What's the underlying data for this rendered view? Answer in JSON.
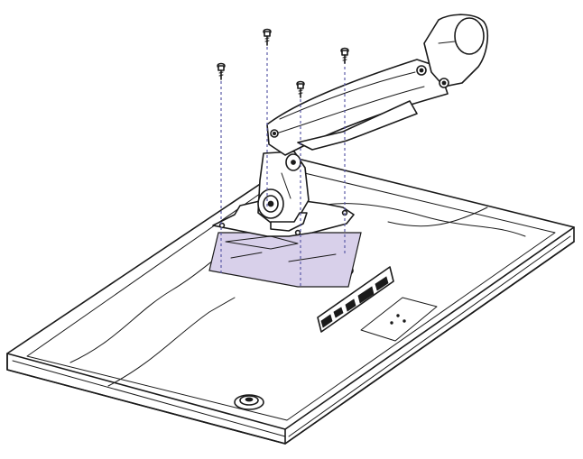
{
  "figure": {
    "colors": {
      "outline": "#1a1a1a",
      "mount_highlight": "#d8d0ea",
      "guide_line": "#5b5aa6",
      "background": "#ffffff"
    },
    "icons": [
      "monitor-panel-illustration",
      "mounting-arm-illustration",
      "screw-icon"
    ],
    "screws_count": 4
  }
}
